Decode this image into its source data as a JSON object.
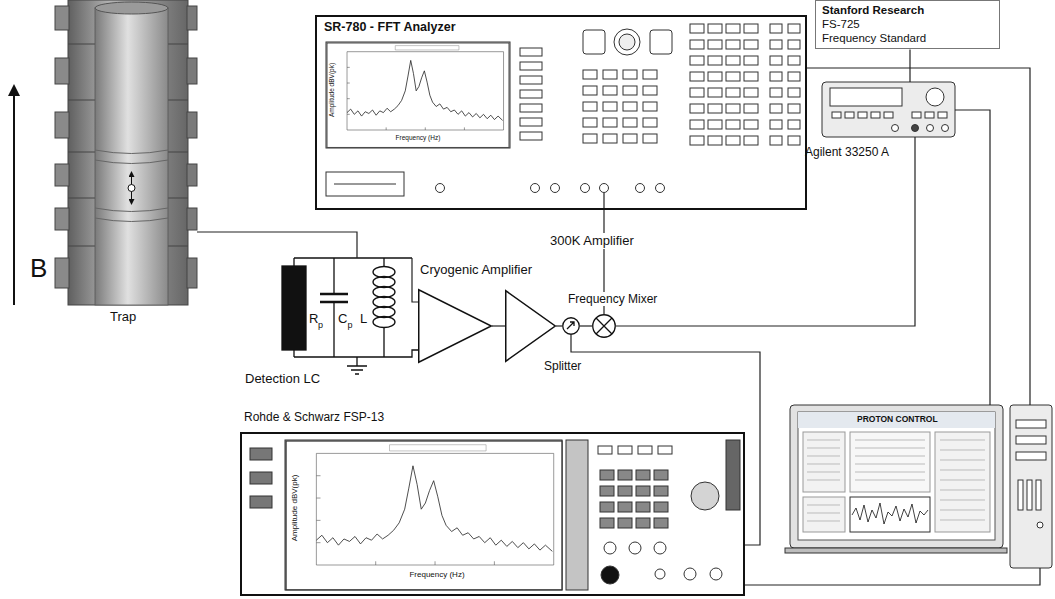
{
  "diagram": {
    "nodes": [
      {
        "text": [
          "Stanford Research",
          "FS-725",
          "Frequency Standard"
        ]
      },
      {
        "text": [
          "SR-780 - FFT Analyzer"
        ]
      },
      {
        "text": [
          "Agilent 33250 A"
        ]
      },
      {
        "text": [
          "Trap"
        ]
      },
      {
        "text": [
          "Detection LC"
        ]
      },
      {
        "text": [
          "Cryogenic Amplifier"
        ]
      },
      {
        "text": [
          "300K Amplifier"
        ]
      },
      {
        "text": [
          "Splitter"
        ]
      },
      {
        "text": [
          "Frequency Mixer"
        ]
      },
      {
        "text": [
          "Rohde & Schwarz FSP-13"
        ]
      },
      {
        "text": [
          "PROTON CONTROL"
        ]
      }
    ],
    "edges": [
      {
        "from": 0,
        "to": 2,
        "arrow": "none"
      },
      {
        "from": 3,
        "to": 4,
        "arrow": "none"
      },
      {
        "from": 4,
        "to": 5,
        "arrow": "none"
      },
      {
        "from": 5,
        "to": 6,
        "arrow": "none"
      },
      {
        "from": 6,
        "to": 7,
        "arrow": "none"
      },
      {
        "from": 7,
        "to": 8,
        "arrow": "none"
      },
      {
        "from": 7,
        "to": 9,
        "arrow": "none"
      },
      {
        "from": 8,
        "to": 1,
        "arrow": "none"
      },
      {
        "from": 2,
        "to": 8,
        "arrow": "none"
      },
      {
        "from": 1,
        "to": 10,
        "arrow": "none"
      },
      {
        "from": 2,
        "to": 10,
        "arrow": "none"
      },
      {
        "from": 9,
        "to": 10,
        "arrow": "none"
      }
    ],
    "labels": [
      "B",
      "R",
      "p",
      "C",
      "p",
      "L",
      "Frequency (Hz)",
      "Amplitude dBV(pk)",
      "Frequency (Hz)",
      "Amplitude dBV(pk)"
    ]
  }
}
